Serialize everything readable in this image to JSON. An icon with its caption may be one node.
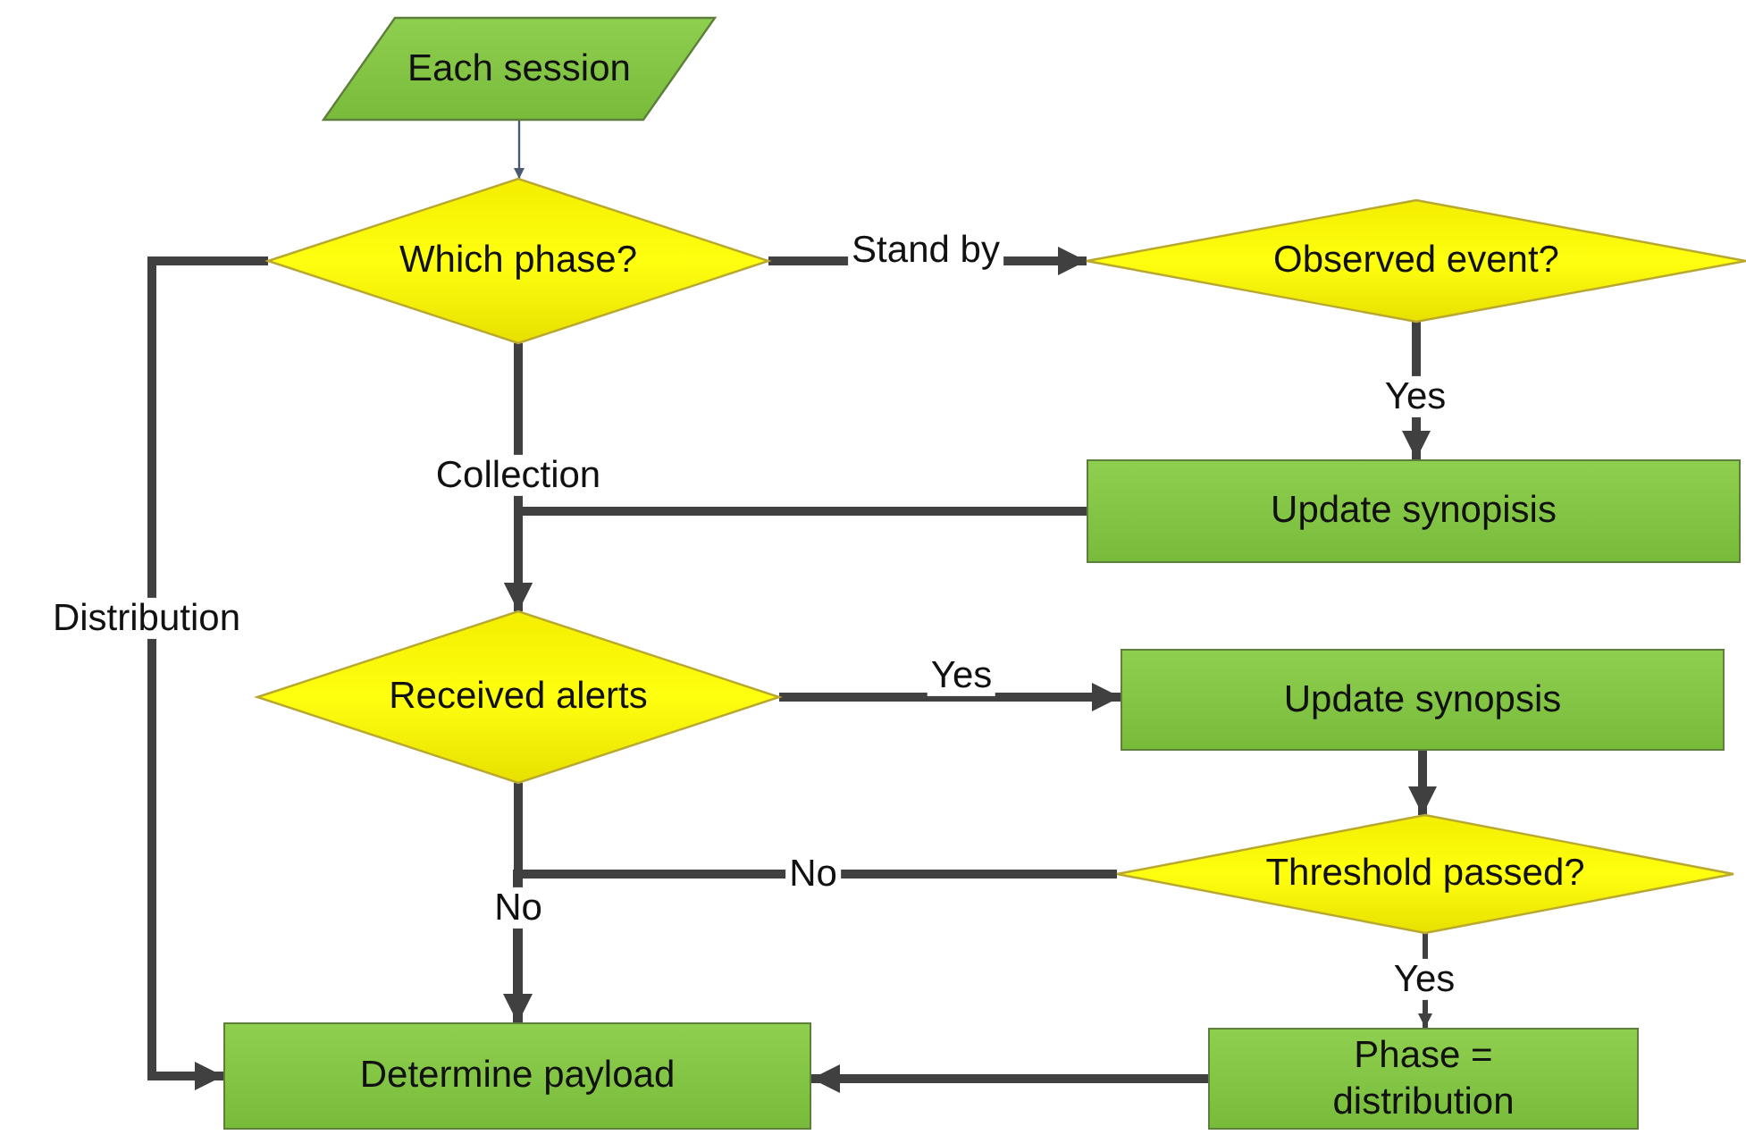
{
  "diagram": {
    "nodes": [
      {
        "text": [
          "Each session"
        ]
      },
      {
        "text": [
          "Which phase?"
        ]
      },
      {
        "text": [
          "Observed event?"
        ]
      },
      {
        "text": [
          "Update synopisis"
        ]
      },
      {
        "text": [
          "Received alerts"
        ]
      },
      {
        "text": [
          "Update synopsis"
        ]
      },
      {
        "text": [
          "Threshold  passed?"
        ]
      },
      {
        "text": [
          "Phase = distribution"
        ]
      },
      {
        "text": [
          "Determine payload"
        ]
      }
    ],
    "edges": [
      {
        "from": 0,
        "to": 1,
        "arrow": "to"
      },
      {
        "from": 1,
        "to": 2,
        "arrow": "to",
        "label": "Stand by"
      },
      {
        "from": 2,
        "to": 3,
        "arrow": "to",
        "label": "Yes"
      },
      {
        "from": 3,
        "to": 4,
        "arrow": "to"
      },
      {
        "from": 1,
        "to": 4,
        "arrow": "to",
        "label": "Collection"
      },
      {
        "from": 4,
        "to": 5,
        "arrow": "to",
        "label": "Yes"
      },
      {
        "from": 5,
        "to": 6,
        "arrow": "to"
      },
      {
        "from": 6,
        "to": 8,
        "arrow": "to",
        "label": "No"
      },
      {
        "from": 4,
        "to": 8,
        "arrow": "to",
        "label": "No"
      },
      {
        "from": 6,
        "to": 7,
        "arrow": "to",
        "label": "Yes"
      },
      {
        "from": 7,
        "to": 8,
        "arrow": "to"
      },
      {
        "from": 1,
        "to": 8,
        "arrow": "to",
        "label": "Distribution"
      }
    ]
  }
}
